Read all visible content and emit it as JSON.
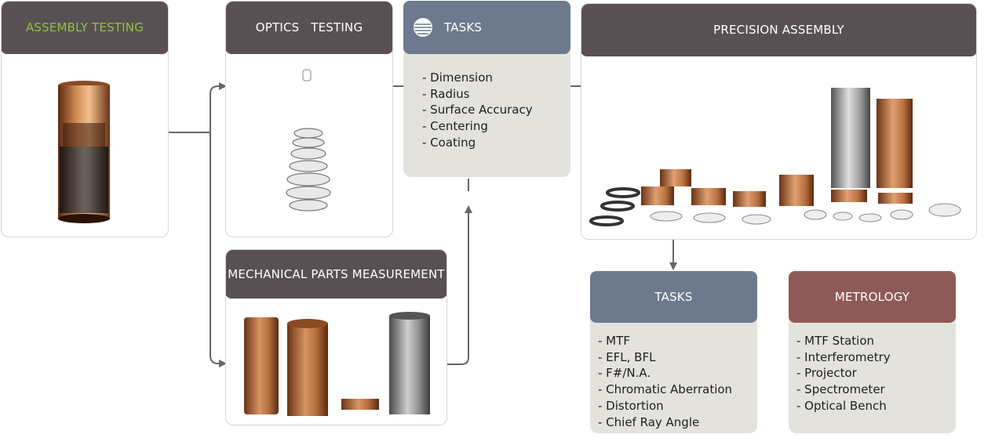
{
  "assembly_testing": {
    "title": "ASSEMBLY TESTING",
    "title_color": "#8fc43d"
  },
  "optics_testing": {
    "title": "OPTICS   TESTING"
  },
  "mechanical": {
    "title": "MECHANICAL PARTS MEASUREMENT"
  },
  "tasks_top": {
    "title": "TASKS",
    "icon": "globe-icon",
    "items": [
      "- Dimension",
      "- Radius",
      "- Surface Accuracy",
      "- Centering",
      "- Coating"
    ]
  },
  "precision_assembly": {
    "title": "PRECISION ASSEMBLY"
  },
  "tasks_bottom": {
    "title": "TASKS",
    "items": [
      "- MTF",
      "- EFL, BFL",
      "- F#/N.A.",
      "- Chromatic Aberration",
      "- Distortion",
      "- Chief Ray Angle"
    ]
  },
  "metrology": {
    "title": "METROLOGY",
    "items": [
      "- MTF Station",
      "- Interferometry",
      "- Projector",
      "- Spectrometer",
      "- Optical Bench"
    ]
  },
  "colors": {
    "header_dark": "#595054",
    "header_blue": "#6d7a8e",
    "header_red": "#8e5a57",
    "panel_grey": "#e4e2dd",
    "copper": "#b66a3e",
    "connector": "#666666"
  }
}
